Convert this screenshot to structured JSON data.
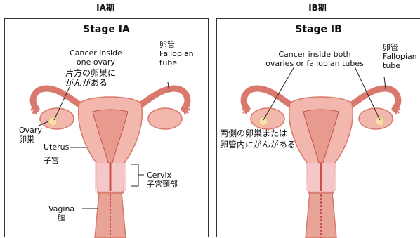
{
  "stage_a": {
    "heading": "IA期",
    "title": "Stage IA",
    "callout_cancer_en_1": "Cancer inside",
    "callout_cancer_en_2": "one ovary",
    "callout_cancer_ja_1": "片方の卵巣に",
    "callout_cancer_ja_2": "がんがある",
    "fallopian_ja": "卵管",
    "fallopian_en_1": "Fallopian",
    "fallopian_en_2": "tube",
    "ovary_en": "Ovary",
    "ovary_ja": "卵巣",
    "uterus_en": "Uterus",
    "uterus_ja": "子宮",
    "cervix_en": "Cervix",
    "cervix_ja": "子宮頸部",
    "vagina_en": "Vagina",
    "vagina_ja": "膣"
  },
  "stage_b": {
    "heading": "IB期",
    "title": "Stage IB",
    "callout_cancer_en_1": "Cancer inside both",
    "callout_cancer_en_2": "ovaries or fallopian tubes",
    "callout_cancer_ja_1": "両側の卵巣または",
    "callout_cancer_ja_2": "卵管内にがんがある",
    "fallopian_ja": "卵管",
    "fallopian_en_1": "Fallopian",
    "fallopian_en_2": "tube"
  },
  "colors": {
    "tissue": "#f2b8ad",
    "tissue_dark": "#d9786c",
    "canal": "#c9504a",
    "cervix_band": "#f7c9cc",
    "tumor": "#f6dfb0",
    "line": "#222222"
  }
}
